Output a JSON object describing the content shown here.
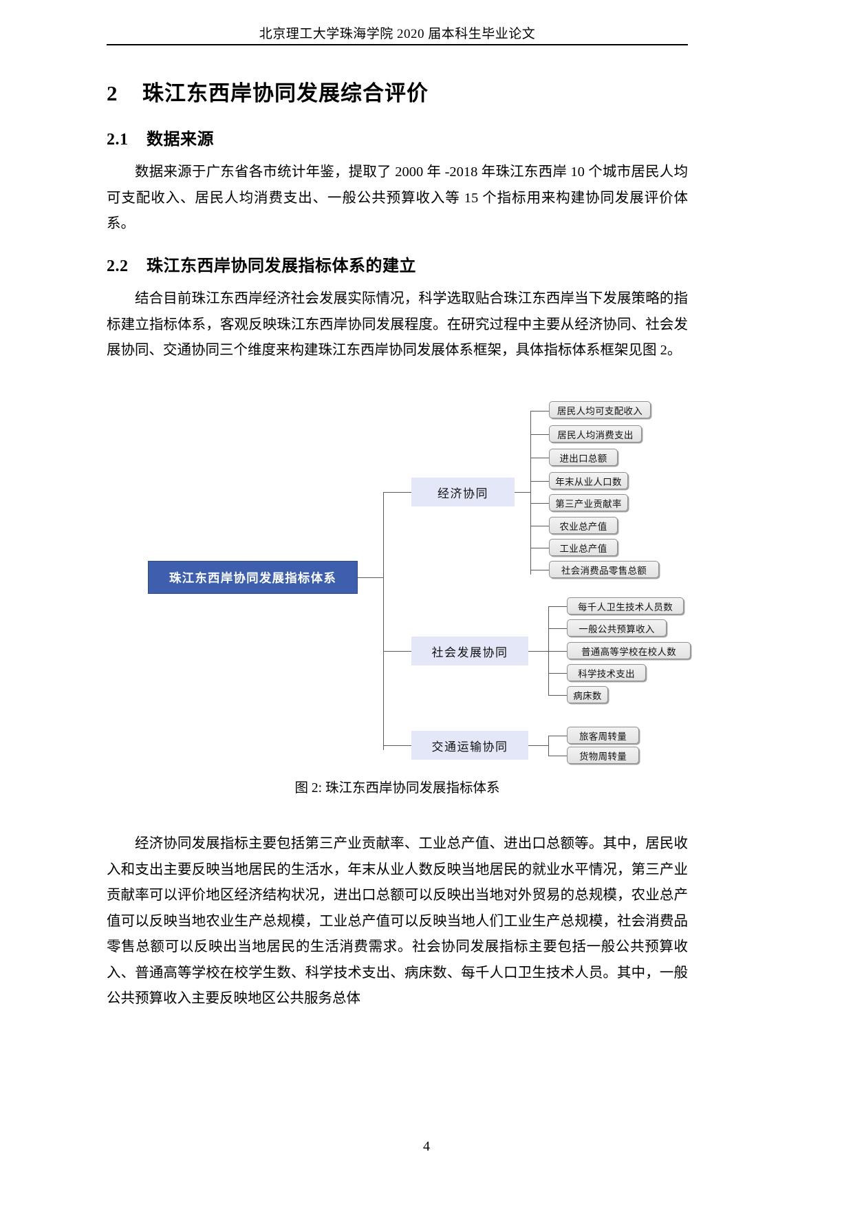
{
  "header": {
    "running_title": "北京理工大学珠海学院 2020 届本科生毕业论文"
  },
  "headings": {
    "h1_number": "2",
    "h1_text": "珠江东西岸协同发展综合评价",
    "h2_1_number": "2.1",
    "h2_1_text": "数据来源",
    "h2_2_number": "2.2",
    "h2_2_text": "珠江东西岸协同发展指标体系的建立"
  },
  "paragraphs": {
    "data_source": "数据来源于广东省各市统计年鉴，提取了 2000 年 -2018 年珠江东西岸 10 个城市居民人均可支配收入、居民人均消费支出、一般公共预算收入等 15 个指标用来构建协同发展评价体系。",
    "system_build": "结合目前珠江东西岸经济社会发展实际情况，科学选取贴合珠江东西岸当下发展策略的指标建立指标体系，客观反映珠江东西岸协同发展程度。在研究过程中主要从经济协同、社会发展协同、交通协同三个维度来构建珠江东西岸协同发展体系框架，具体指标体系框架见图 2。",
    "explanation": "经济协同发展指标主要包括第三产业贡献率、工业总产值、进出口总额等。其中，居民收入和支出主要反映当地居民的生活水，年末从业人数反映当地居民的就业水平情况，第三产业贡献率可以评价地区经济结构状况，进出口总额可以反映出当地对外贸易的总规模，农业总产值可以反映当地农业生产总规模，工业总产值可以反映当地人们工业生产总规模，社会消费品零售总额可以反映出当地居民的生活消费需求。社会协同发展指标主要包括一般公共预算收入、普通高等学校在校学生数、科学技术支出、病床数、每千人口卫生技术人员。其中，一般公共预算收入主要反映地区公共服务总体"
  },
  "figure": {
    "caption": "图 2: 珠江东西岸协同发展指标体系",
    "root": "珠江东西岸协同发展指标体系",
    "root_color": "#3e5fae",
    "branch_color": "#e3e7f8",
    "leaf_color": "#e9e9e9",
    "branches": [
      {
        "label": "经济协同",
        "leaves": [
          "居民人均可支配收入",
          "居民人均消费支出",
          "进出口总额",
          "年末从业人口数",
          "第三产业贡献率",
          "农业总产值",
          "工业总产值",
          "社会消费品零售总额"
        ]
      },
      {
        "label": "社会发展协同",
        "leaves": [
          "每千人卫生技术人员数",
          "一般公共预算收入",
          "普通高等学校在校人数",
          "科学技术支出",
          "病床数"
        ]
      },
      {
        "label": "交通运输协同",
        "leaves": [
          "旅客周转量",
          "货物周转量"
        ]
      }
    ]
  },
  "footer": {
    "page_number": "4"
  }
}
